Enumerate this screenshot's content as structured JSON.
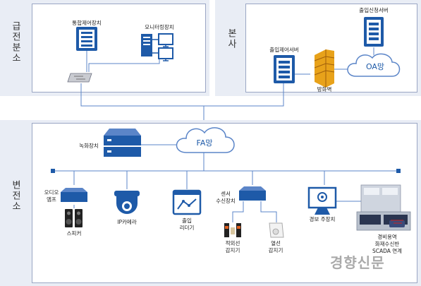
{
  "sections": {
    "supply": "급전분소",
    "hq": "본사",
    "substation": "변전소"
  },
  "devices": {
    "integrated_controller": "통합제어장치",
    "monitoring": "모니터링장치",
    "access_request_server": "출입신청서버",
    "access_control_server": "출입제어서버",
    "firewall": "방화벽",
    "oa_network": "OA망",
    "recorder": "녹화장치",
    "fa_network": "FA망",
    "audio_amp": "오디오\n앰프",
    "speaker": "스피커",
    "ip_camera": "IP카메라",
    "access_reader": "출입\n리더기",
    "sensor_receiver": "센서\n수신장치",
    "ir_sensor": "적외선\n감지기",
    "heat_sensor": "열선\n감지기",
    "alarm_main": "경보 주장치",
    "security_panel": "경비용역\n화재수신반\nSCADA 연계"
  },
  "watermark": "경향신문",
  "colors": {
    "accent": "#1e5aa8",
    "line": "#5b85c8",
    "panel_bg": "#e9edf5",
    "firewall": "#e8a21a"
  }
}
